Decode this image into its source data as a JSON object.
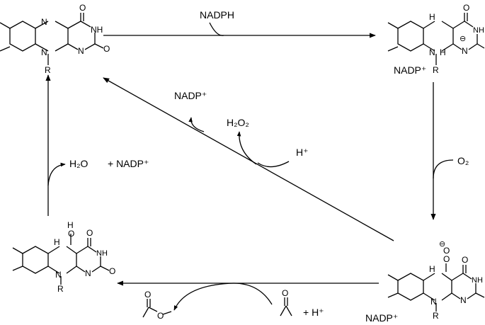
{
  "labels": {
    "nadph_top": "NADPH",
    "nadp_top_right": "NADP⁺",
    "nadp_diagonal": "NADP⁺",
    "h2o2": "H₂O₂",
    "h_plus_diagonal": "H⁺",
    "o2": "O₂",
    "h2o": "H₂O",
    "plus_nadp_left": "+ NADP⁺",
    "plus_h_bottom": "+ H⁺",
    "nadp_bottom_right": "NADP⁺"
  },
  "atoms": {
    "o": "O",
    "n": "N",
    "nh": "NH",
    "h": "H",
    "r": "R",
    "minus": "⊖"
  },
  "molecules": [
    "oxidized-flavin",
    "reduced-flavin-anion",
    "flavin-c4a-peroxide",
    "flavin-c4a-hydroxide",
    "acetone",
    "methyl-acetate"
  ]
}
